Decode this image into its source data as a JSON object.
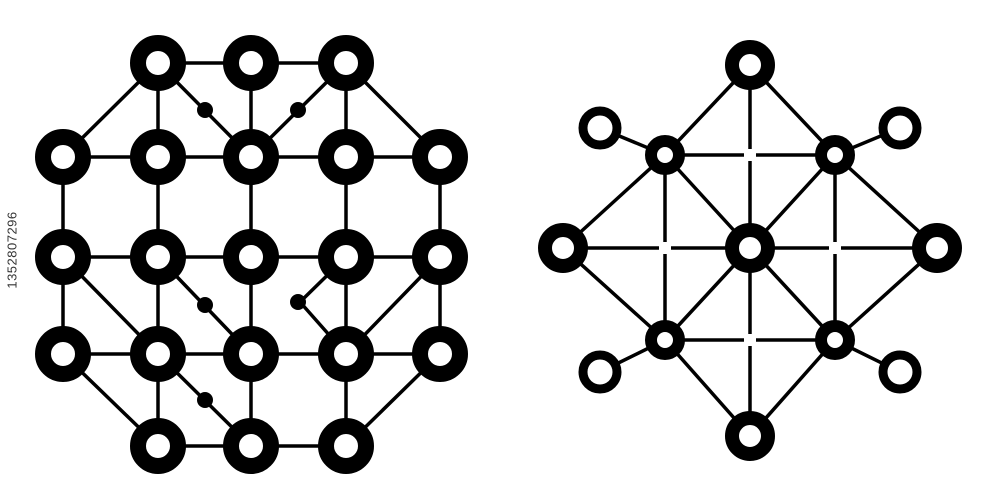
{
  "stock_id": "1352807296",
  "colors": {
    "ink": "#000000",
    "paper": "#ffffff",
    "watermark": "#e6e6e6"
  },
  "figures": [
    {
      "name": "lattice-octagon",
      "node_style": "thick-ring-small-hole"
    },
    {
      "name": "lattice-diamond",
      "node_style": "ring-large-hole"
    }
  ]
}
